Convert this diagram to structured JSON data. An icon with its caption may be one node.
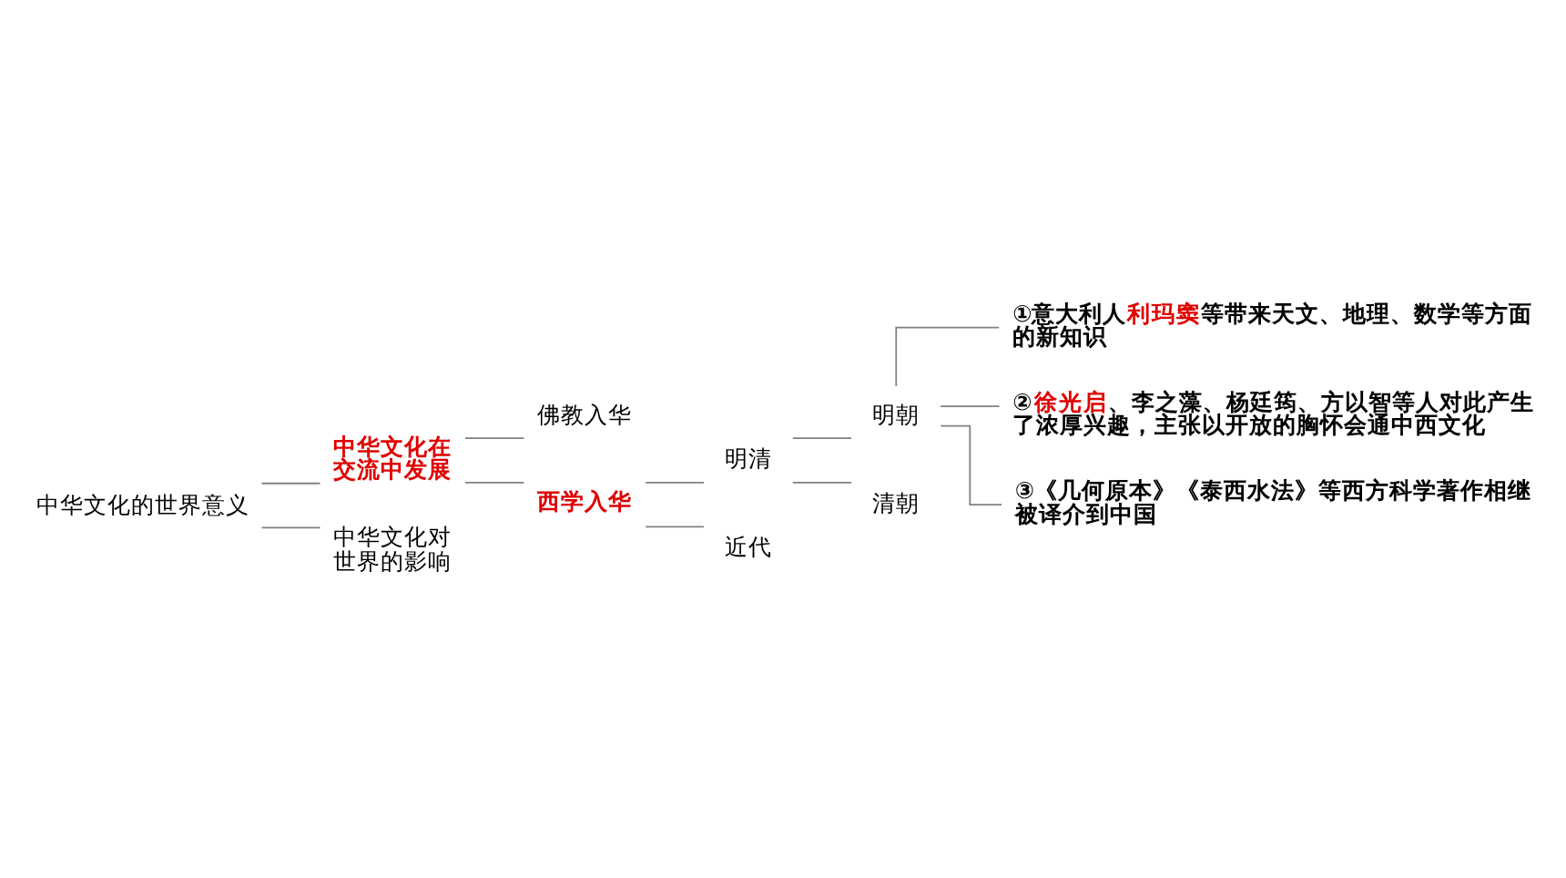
{
  "diagram": {
    "nodes": [
      {
        "text": [
          "中华文化的世界意义"
        ]
      },
      {
        "text": [
          "中华文化在交流中发展"
        ]
      },
      {
        "text": [
          "中华文化对世界的影响"
        ]
      },
      {
        "text": [
          "佛教入华"
        ]
      },
      {
        "text": [
          "西学入华"
        ]
      },
      {
        "text": [
          "明清"
        ]
      },
      {
        "text": [
          "近代"
        ]
      },
      {
        "text": [
          "明朝"
        ]
      },
      {
        "text": [
          "清朝"
        ]
      },
      {
        "text": [
          "①意大利人**利玛窦**等带来天文、地理、数学等方面的新知识"
        ]
      },
      {
        "text": [
          "②**徐光启**、李之藻、杨廷筠、方以智等人对此产生了浓厚兴趣，主张以开放的胸怀会通中西文化"
        ]
      },
      {
        "text": [
          "③《几何原本》《泰西水法》等西方科学著作相继被译介到中国"
        ]
      }
    ],
    "edges": [
      {
        "from": 0,
        "to": 1,
        "arrow": "none"
      },
      {
        "from": 0,
        "to": 2,
        "arrow": "none"
      },
      {
        "from": 1,
        "to": 3,
        "arrow": "none"
      },
      {
        "from": 1,
        "to": 4,
        "arrow": "none"
      },
      {
        "from": 4,
        "to": 5,
        "arrow": "none"
      },
      {
        "from": 4,
        "to": 6,
        "arrow": "none"
      },
      {
        "from": 5,
        "to": 7,
        "arrow": "none"
      },
      {
        "from": 5,
        "to": 8,
        "arrow": "none"
      },
      {
        "from": 7,
        "to": 9,
        "arrow": "none"
      },
      {
        "from": 7,
        "to": 10,
        "arrow": "none"
      },
      {
        "from": 7,
        "to": 11,
        "arrow": "none"
      }
    ]
  }
}
